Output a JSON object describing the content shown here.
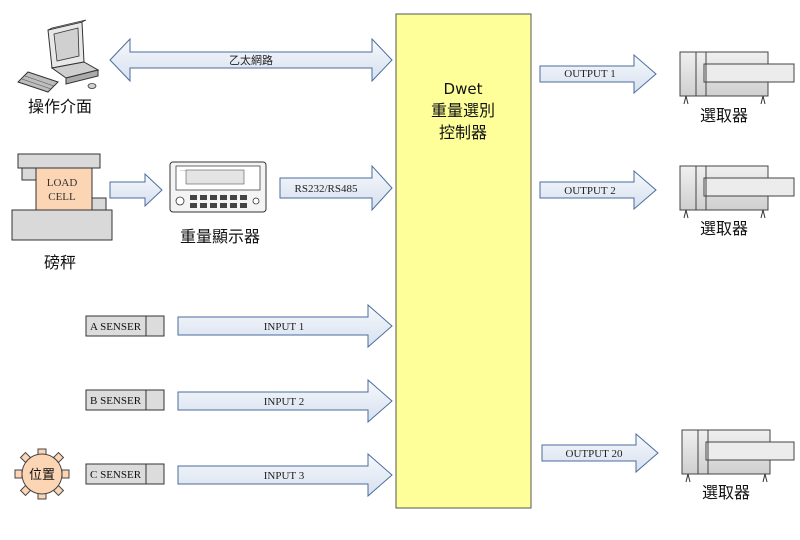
{
  "controller": {
    "title_line1": "Dwet",
    "title_line2": "重量選別",
    "title_line3": "控制器",
    "fill": "#ffff99"
  },
  "interface": {
    "label": "操作介面",
    "link_label": "乙太網路",
    "icon": "computer-icon"
  },
  "scale": {
    "label": "磅秤",
    "load_cell_line1": "LOAD",
    "load_cell_line2": "CELL",
    "load_cell_fill": "#fcd5b5",
    "icon": "scale-icon"
  },
  "weight_display": {
    "label": "重量顯示器",
    "link_label": "RS232/RS485",
    "icon": "weight-indicator-icon"
  },
  "sensors": [
    {
      "name": "A SENSER",
      "input": "INPUT 1"
    },
    {
      "name": "B SENSER",
      "input": "INPUT 2"
    },
    {
      "name": "C SENSER",
      "input": "INPUT 3"
    }
  ],
  "position_device": {
    "label": "位置",
    "fill": "#fcd5b5",
    "icon": "position-gear-icon"
  },
  "outputs": [
    {
      "label": "OUTPUT 1",
      "selector": "選取器"
    },
    {
      "label": "OUTPUT 2",
      "selector": "選取器"
    },
    {
      "label": "OUTPUT 20",
      "selector": "選取器"
    }
  ],
  "colors": {
    "arrow_fill": "#e9eef7",
    "arrow_stroke": "#4a6d9c",
    "sensor_fill": "#dcdcdc",
    "device_fill": "#d9d9d9"
  }
}
